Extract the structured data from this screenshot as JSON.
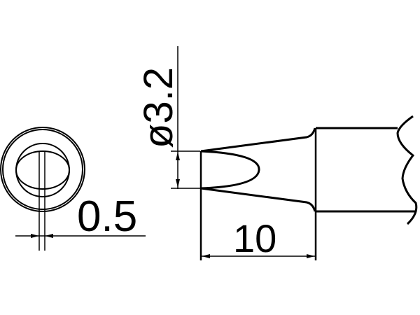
{
  "drawing": {
    "type": "soldering tip technical drawing",
    "stroke_color": "#000000",
    "background": "#ffffff",
    "end_view": {
      "dimension_label": "0.5",
      "description": "front end view of chisel tip"
    },
    "side_view": {
      "diameter_label": "ø3.2",
      "length_label": "10",
      "description": "side view of chisel tip with break line"
    }
  }
}
